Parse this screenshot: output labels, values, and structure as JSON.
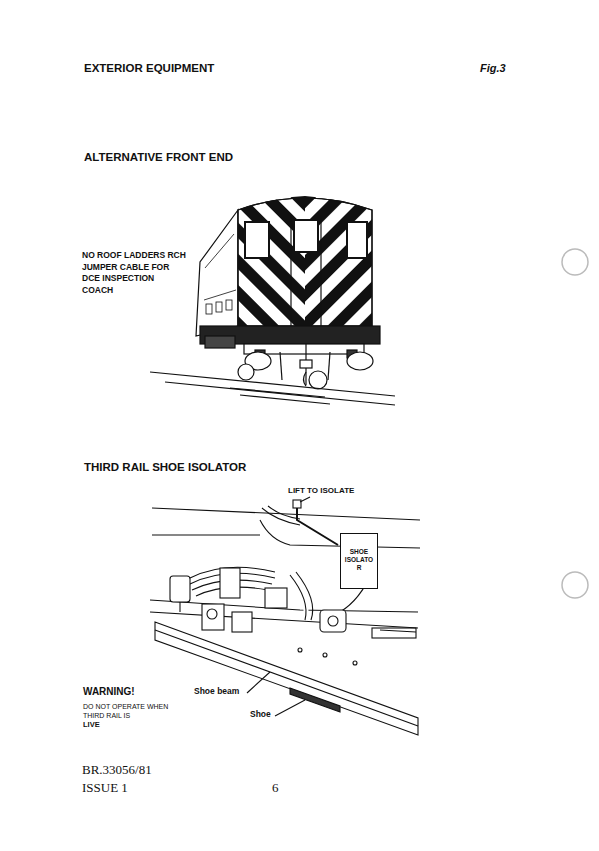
{
  "diagram": {
    "title": "EXTERIOR EQUIPMENT",
    "nodes": [
      {
        "text": [
          "SHOE ISOLATOR"
        ]
      }
    ],
    "labels": [
      "Fig.3",
      "ALTERNATIVE FRONT END",
      "NO ROOF LADDERS RCH JUMPER CABLE FOR DCE INSPECTION COACH",
      "THIRD RAIL SHOE ISOLATOR",
      "LIFT TO ISOLATE",
      "Shoe beam",
      "Shoe",
      "WARNING!",
      "DO NOT OPERATE WHEN THIRD RAIL IS",
      "LIVE",
      "BR.33056/81",
      "ISSUE 1",
      "6"
    ]
  }
}
